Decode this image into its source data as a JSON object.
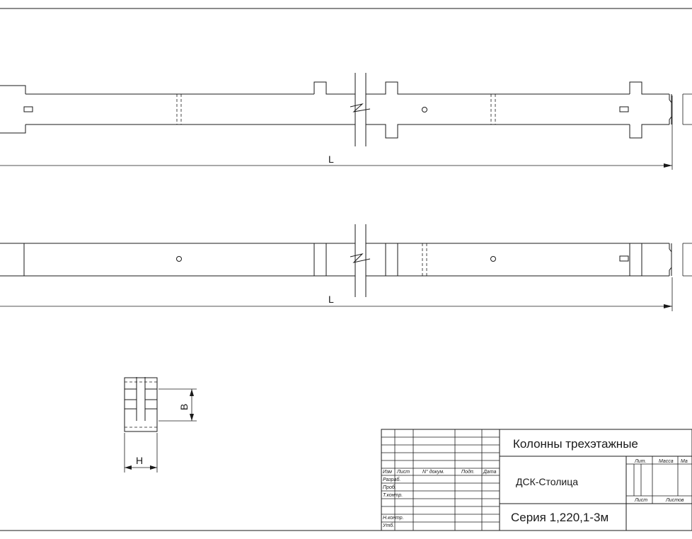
{
  "drawing": {
    "dim_length_top": "L",
    "dim_length_bottom": "L",
    "dim_height": "H",
    "dim_width": "B"
  },
  "title_block": {
    "title": "Колонны трехэтажные",
    "organization": "ДСК-Столица",
    "series": "Серия 1,220,1-3м",
    "header_cols": [
      "Изм",
      "Лист",
      "N° докум.",
      "Подп.",
      "Дата"
    ],
    "rows": [
      "Разраб.",
      "Проб.",
      "Т.контр.",
      "",
      "Н.контр.",
      "Утб."
    ],
    "lit_label": "Лит.",
    "mass_label": "Масса",
    "scale_label": "Ма",
    "sheet_label": "Лист",
    "sheets_label": "Листов"
  }
}
